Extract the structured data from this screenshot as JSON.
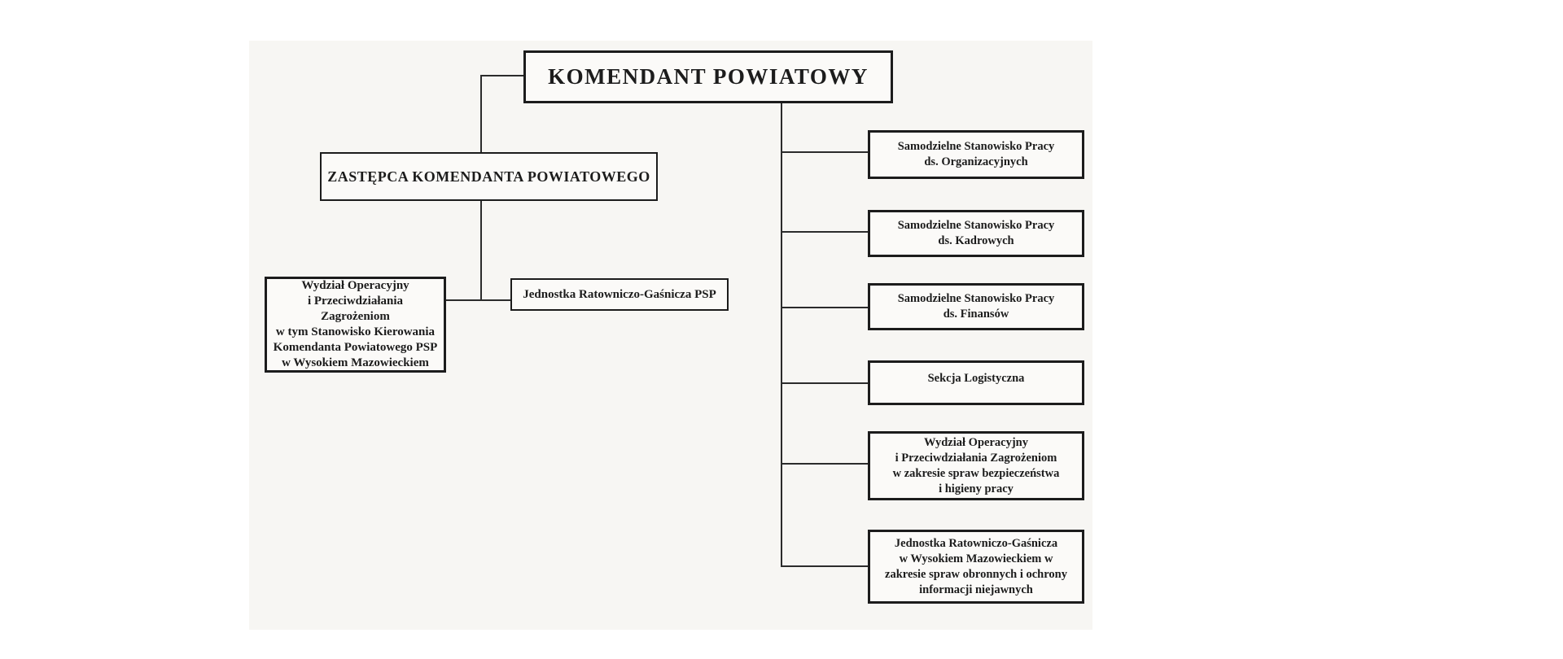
{
  "diagram": {
    "type": "org-chart",
    "language": "pl",
    "nodes": {
      "komendant": {
        "label": "KOMENDANT POWIATOWY"
      },
      "zastepca": {
        "label": "ZASTĘPCA KOMENDANTA POWIATOWEGO"
      },
      "wydzial_operacyjny": {
        "label": "Wydział Operacyjny\ni Przeciwdziałania\nZagrożeniom\nw tym Stanowisko Kierowania\nKomendanta Powiatowego PSP\nw Wysokiem Mazowieckiem"
      },
      "jrg_psp": {
        "label": "Jednostka Ratowniczo-Gaśnicza PSP"
      },
      "ssp_organizacyjne": {
        "label": "Samodzielne Stanowisko Pracy\nds. Organizacyjnych"
      },
      "ssp_kadrowe": {
        "label": "Samodzielne Stanowisko Pracy\nds. Kadrowych"
      },
      "ssp_finansowe": {
        "label": "Samodzielne Stanowisko Pracy\nds. Finansów"
      },
      "sekcja_logistyczna": {
        "label": "Sekcja Logistyczna"
      },
      "wydzial_bhp": {
        "label": "Wydział Operacyjny\ni Przeciwdziałania Zagrożeniom\nw zakresie spraw bezpieczeństwa\ni higieny pracy"
      },
      "jrg_wysokie": {
        "label": "Jednostka Ratowniczo-Gaśnicza\nw Wysokiem Mazowieckiem w\nzakresie spraw obronnych i ochrony\ninformacji niejawnych"
      }
    },
    "colors": {
      "ink": "#1c1c1c",
      "line": "#2b2b2b",
      "paper": "#f7f6f3",
      "canvas": "#ffffff"
    }
  }
}
